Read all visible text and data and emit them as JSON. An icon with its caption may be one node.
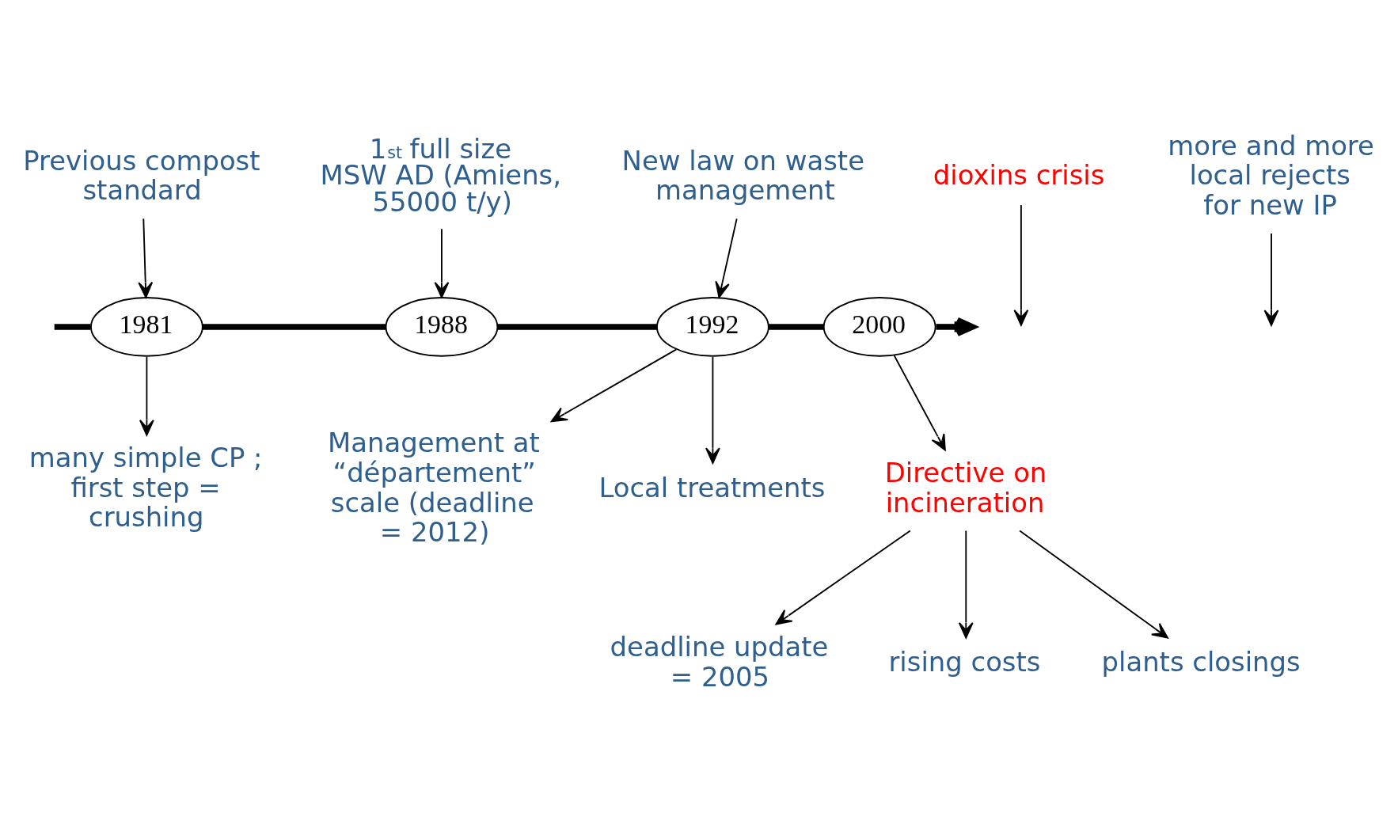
{
  "diagram": {
    "nodes": [
      {
        "text": [
          "1981"
        ]
      },
      {
        "text": [
          "1988"
        ]
      },
      {
        "text": [
          "1992"
        ]
      },
      {
        "text": [
          "2000"
        ]
      },
      {
        "text": [
          "Previous compost standard"
        ]
      },
      {
        "text": [
          "many simple CP ; first step = crushing"
        ]
      },
      {
        "text": [
          "1$^{st}$ full size MSW AD (Amiens, 55000 t/y)"
        ]
      },
      {
        "text": [
          "New law on waste management"
        ]
      },
      {
        "text": [
          "Management at “département” scale (deadline = 2012)"
        ]
      },
      {
        "text": [
          "Local treatments"
        ]
      },
      {
        "text": [
          "dioxins crisis"
        ]
      },
      {
        "text": [
          "more and more local rejects for new IP"
        ]
      },
      {
        "text": [
          "Directive on incineration"
        ]
      },
      {
        "text": [
          "deadline update = 2005"
        ]
      },
      {
        "text": [
          "rising costs"
        ]
      },
      {
        "text": [
          "plants closings"
        ]
      }
    ],
    "edges": [
      {
        "from": null,
        "to": 0,
        "arrow": "none",
        "style": "thick"
      },
      {
        "from": 0,
        "to": 1,
        "arrow": "none",
        "style": "thick"
      },
      {
        "from": 1,
        "to": 2,
        "arrow": "none",
        "style": "thick"
      },
      {
        "from": 2,
        "to": 3,
        "arrow": "none",
        "style": "thick"
      },
      {
        "from": 3,
        "to": null,
        "arrow": "to",
        "style": "thick"
      },
      {
        "from": 4,
        "to": 0,
        "arrow": "to"
      },
      {
        "from": 0,
        "to": 5,
        "arrow": "to"
      },
      {
        "from": 6,
        "to": 1,
        "arrow": "to"
      },
      {
        "from": 7,
        "to": 2,
        "arrow": "to"
      },
      {
        "from": 2,
        "to": 8,
        "arrow": "to"
      },
      {
        "from": 2,
        "to": 9,
        "arrow": "to"
      },
      {
        "from": 10,
        "to": null,
        "arrow": "to"
      },
      {
        "from": 11,
        "to": null,
        "arrow": "to"
      },
      {
        "from": 3,
        "to": 12,
        "arrow": "to"
      },
      {
        "from": 12,
        "to": 13,
        "arrow": "to"
      },
      {
        "from": 12,
        "to": 14,
        "arrow": "to"
      },
      {
        "from": 12,
        "to": 15,
        "arrow": "to"
      }
    ]
  }
}
